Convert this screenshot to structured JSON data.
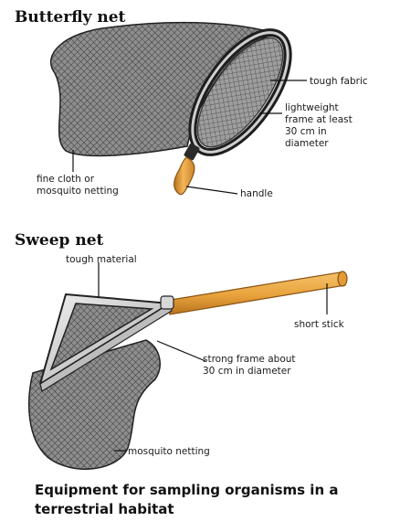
{
  "sections": {
    "butterfly_net": {
      "title": "Butterfly net",
      "labels": {
        "tough_fabric": "tough fabric",
        "frame_line1": "lightweight",
        "frame_line2": "frame at least",
        "frame_line3": "30 cm in",
        "frame_line4": "diameter",
        "cloth_line1": "fine cloth or",
        "cloth_line2": "mosquito netting",
        "handle": "handle"
      }
    },
    "sweep_net": {
      "title": "Sweep net",
      "labels": {
        "tough_material": "tough material",
        "short_stick": "short stick",
        "frame_line1": "strong frame about",
        "frame_line2": "30 cm in diameter",
        "mosquito_netting": "mosquito netting"
      }
    }
  },
  "caption": {
    "line1": "Equipment for sampling organisms in a",
    "line2": "terrestrial habitat"
  },
  "colors": {
    "mesh_fill": "#8c8c8c",
    "mesh_lines": "#3a3a3a",
    "rim_dark": "#1e1e1e",
    "rim_metal": "#d9d9d9",
    "wood": "#e8a23c",
    "wood_dark": "#b8731e"
  }
}
